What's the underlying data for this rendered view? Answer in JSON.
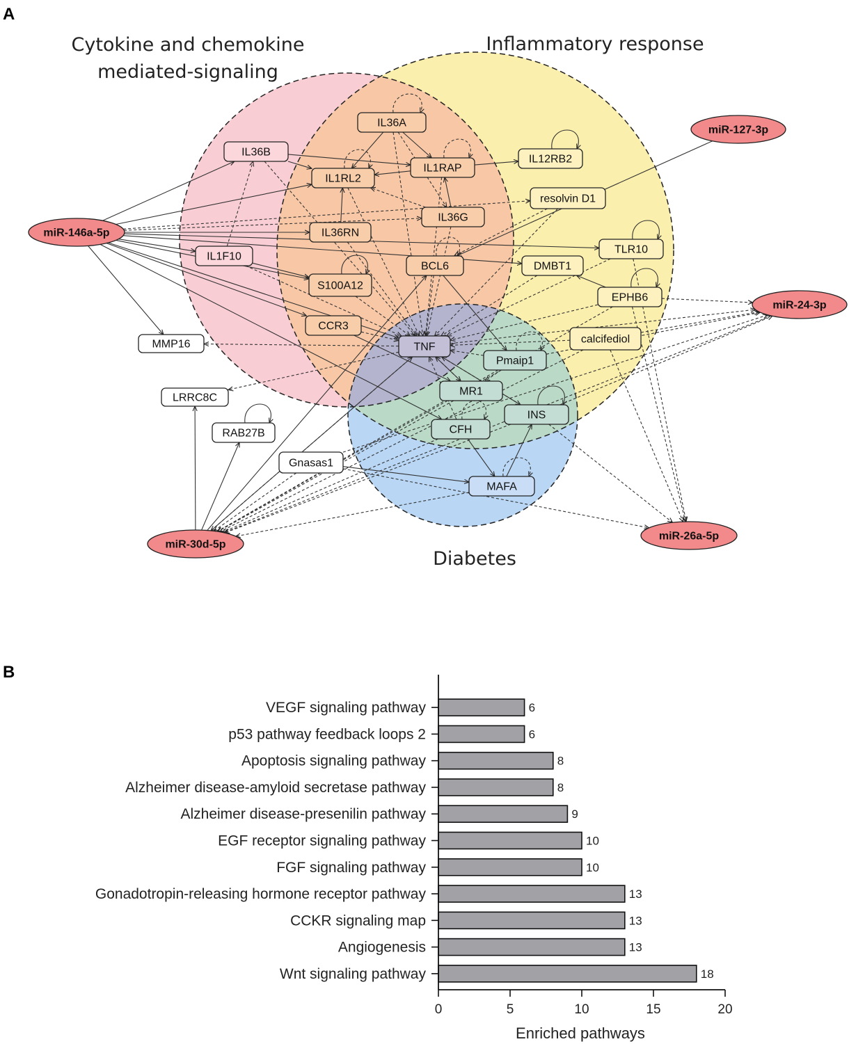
{
  "panel_a": {
    "letter": "A",
    "groups": [
      {
        "id": "cyto",
        "title_lines": [
          "Cytokine and chemokine",
          "mediated-signaling"
        ],
        "fill": "#f9cdd4"
      },
      {
        "id": "infl",
        "title_lines": [
          "Inflammatory response"
        ],
        "fill": "#fbefad"
      },
      {
        "id": "diab",
        "title_lines": [
          "Diabetes"
        ],
        "fill": "#b9d7f5"
      }
    ],
    "nodes": [
      {
        "id": "IL36A",
        "label": "IL36A"
      },
      {
        "id": "IL36B",
        "label": "IL36B"
      },
      {
        "id": "IL1RL2",
        "label": "IL1RL2"
      },
      {
        "id": "IL1RAP",
        "label": "IL1RAP"
      },
      {
        "id": "IL12RB2",
        "label": "IL12RB2"
      },
      {
        "id": "resolvinD1",
        "label": "resolvin D1"
      },
      {
        "id": "IL36G",
        "label": "IL36G"
      },
      {
        "id": "IL36RN",
        "label": "IL36RN"
      },
      {
        "id": "TLR10",
        "label": "TLR10"
      },
      {
        "id": "IL1F10",
        "label": "IL1F10"
      },
      {
        "id": "BCL6",
        "label": "BCL6"
      },
      {
        "id": "DMBT1",
        "label": "DMBT1"
      },
      {
        "id": "S100A12",
        "label": "S100A12"
      },
      {
        "id": "EPHB6",
        "label": "EPHB6"
      },
      {
        "id": "CCR3",
        "label": "CCR3"
      },
      {
        "id": "calcifediol",
        "label": "calcifediol"
      },
      {
        "id": "MMP16",
        "label": "MMP16"
      },
      {
        "id": "TNF",
        "label": "TNF"
      },
      {
        "id": "Pmaip1",
        "label": "Pmaip1"
      },
      {
        "id": "MR1",
        "label": "MR1"
      },
      {
        "id": "LRRC8C",
        "label": "LRRC8C"
      },
      {
        "id": "INS",
        "label": "INS"
      },
      {
        "id": "RAB27B",
        "label": "RAB27B"
      },
      {
        "id": "CFH",
        "label": "CFH"
      },
      {
        "id": "Gnasas1",
        "label": "Gnasas1"
      },
      {
        "id": "MAFA",
        "label": "MAFA"
      }
    ],
    "mirnas": [
      {
        "id": "miR146",
        "label": "miR-146a-5p"
      },
      {
        "id": "miR127",
        "label": "miR-127-3p"
      },
      {
        "id": "miR24",
        "label": "miR-24-3p"
      },
      {
        "id": "miR30",
        "label": "miR-30d-5p"
      },
      {
        "id": "miR26",
        "label": "miR-26a-5p"
      }
    ],
    "edges_solid": [
      [
        "miR146",
        "IL36B"
      ],
      [
        "miR146",
        "IL1RL2"
      ],
      [
        "miR146",
        "IL36RN"
      ],
      [
        "miR146",
        "IL1F10"
      ],
      [
        "miR146",
        "TLR10"
      ],
      [
        "miR146",
        "DMBT1"
      ],
      [
        "miR146",
        "CCR3"
      ],
      [
        "miR146",
        "MMP16"
      ],
      [
        "miR146",
        "S100A12"
      ],
      [
        "miR146",
        "TNF"
      ],
      [
        "miR146",
        "CFH"
      ],
      [
        "miR127",
        "BCL6"
      ],
      [
        "IL36A",
        "IL1RL2"
      ],
      [
        "IL36A",
        "IL1RAP"
      ],
      [
        "IL36B",
        "IL1RL2"
      ],
      [
        "IL36B",
        "IL1RAP"
      ],
      [
        "IL1RAP",
        "IL1RL2"
      ],
      [
        "IL1RAP",
        "IL12RB2"
      ],
      [
        "IL36G",
        "IL1RAP"
      ],
      [
        "IL36RN",
        "IL1RL2"
      ],
      [
        "IL1F10",
        "S100A12"
      ],
      [
        "CCR3",
        "MR1"
      ],
      [
        "TNF",
        "MR1"
      ],
      [
        "TNF",
        "INS"
      ],
      [
        "BCL6",
        "Pmaip1"
      ],
      [
        "EPHB6",
        "DMBT1"
      ],
      [
        "CFH",
        "MAFA"
      ],
      [
        "MAFA",
        "INS"
      ],
      [
        "Gnasas1",
        "MAFA"
      ],
      [
        "miR30",
        "LRRC8C"
      ],
      [
        "miR30",
        "RAB27B"
      ],
      [
        "miR30",
        "TNF"
      ],
      [
        "miR30",
        "BCL6"
      ]
    ],
    "edges_dashed": [
      [
        "miR146",
        "resolvinD1"
      ],
      [
        "miR146",
        "IL36G"
      ],
      [
        "IL36B",
        "TNF"
      ],
      [
        "IL36A",
        "TNF"
      ],
      [
        "IL1RL2",
        "TNF"
      ],
      [
        "IL1RAP",
        "TNF"
      ],
      [
        "IL36G",
        "TNF"
      ],
      [
        "IL36RN",
        "TNF"
      ],
      [
        "S100A12",
        "TNF"
      ],
      [
        "BCL6",
        "TNF"
      ],
      [
        "resolvinD1",
        "TNF"
      ],
      [
        "DMBT1",
        "TNF"
      ],
      [
        "EPHB6",
        "TNF"
      ],
      [
        "calcifediol",
        "TNF"
      ],
      [
        "CCR3",
        "TNF"
      ],
      [
        "Pmaip1",
        "TNF"
      ],
      [
        "MR1",
        "TNF"
      ],
      [
        "CFH",
        "TNF"
      ],
      [
        "INS",
        "TNF"
      ],
      [
        "TLR10",
        "TNF"
      ],
      [
        "TNF",
        "MMP16"
      ],
      [
        "TNF",
        "LRRC8C"
      ],
      [
        "IL1F10",
        "TNF"
      ],
      [
        "Pmaip1",
        "MR1"
      ],
      [
        "resolvinD1",
        "BCL6"
      ],
      [
        "IL36G",
        "IL1RL2"
      ],
      [
        "IL36A",
        "IL36G"
      ],
      [
        "IL1F10",
        "IL36B"
      ],
      [
        "EPHB6",
        "miR24"
      ],
      [
        "calcifediol",
        "miR24"
      ],
      [
        "TNF",
        "miR24"
      ],
      [
        "Pmaip1",
        "miR24"
      ],
      [
        "INS",
        "miR24"
      ],
      [
        "Gnasas1",
        "miR24"
      ],
      [
        "EPHB6",
        "miR26"
      ],
      [
        "calcifediol",
        "miR26"
      ],
      [
        "TLR10",
        "miR26"
      ],
      [
        "INS",
        "miR26"
      ],
      [
        "Gnasas1",
        "miR26"
      ],
      [
        "TNF",
        "miR30"
      ],
      [
        "CFH",
        "miR30"
      ],
      [
        "MR1",
        "miR30"
      ],
      [
        "INS",
        "miR30"
      ],
      [
        "MAFA",
        "miR30"
      ],
      [
        "Pmaip1",
        "miR30"
      ],
      [
        "Gnasas1",
        "miR30"
      ],
      [
        "calcifediol",
        "miR30"
      ],
      [
        "EPHB6",
        "miR30"
      ],
      [
        "miR24",
        "miR30"
      ]
    ],
    "self_loops_solid": [
      "IL12RB2",
      "TLR10",
      "EPHB6",
      "RAB27B",
      "S100A12",
      "INS"
    ],
    "self_loops_dashed": [
      "IL36A",
      "IL1RL2",
      "IL1RAP",
      "BCL6",
      "Pmaip1",
      "CFH",
      "MAFA"
    ]
  },
  "panel_b": {
    "letter": "B",
    "chart_data": {
      "type": "bar",
      "orientation": "horizontal",
      "categories": [
        "VEGF signaling pathway",
        "p53 pathway feedback loops 2",
        "Apoptosis signaling pathway",
        "Alzheimer disease-amyloid secretase pathway",
        "Alzheimer disease-presenilin pathway",
        "EGF receptor signaling pathway",
        "FGF signaling pathway",
        "Gonadotropin-releasing hormone receptor pathway",
        "CCKR signaling map",
        "Angiogenesis",
        "Wnt signaling pathway"
      ],
      "values": [
        6,
        6,
        8,
        8,
        9,
        10,
        10,
        13,
        13,
        13,
        18
      ],
      "xlabel": "Enriched pathways",
      "xlim": [
        0,
        20
      ],
      "xticks": [
        0,
        5,
        10,
        15,
        20
      ],
      "bar_color": "#a2a1a6",
      "data_labels": true
    }
  },
  "colors": {
    "mirna_fill": "#f2898a",
    "node_fill_outside": "#ffffff",
    "node_fill_cyto": "#fbd7db",
    "node_fill_infl": "#fdf1bf",
    "node_fill_overlap": "#f8cda9",
    "node_fill_tnf": "#c2bfd6",
    "node_fill_diab": "#c3dcd4",
    "node_fill_diab_only": "#c9def6"
  }
}
